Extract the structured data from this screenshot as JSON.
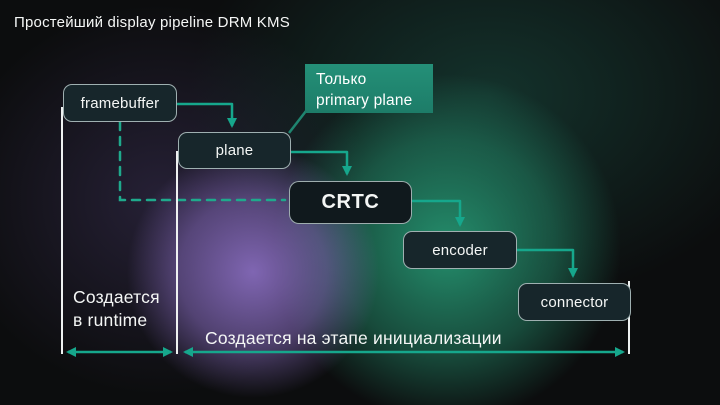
{
  "slide": {
    "title": "Простейший display pipeline DRM KMS"
  },
  "nodes": {
    "framebuffer": {
      "label": "framebuffer"
    },
    "plane": {
      "label": "plane"
    },
    "crtc": {
      "label": "CRTC"
    },
    "encoder": {
      "label": "encoder"
    },
    "connector": {
      "label": "connector"
    }
  },
  "connections": [
    {
      "from": "framebuffer",
      "to": "plane",
      "style": "solid-arrow"
    },
    {
      "from": "plane",
      "to": "crtc",
      "style": "solid-arrow"
    },
    {
      "from": "crtc",
      "to": "encoder",
      "style": "solid-arrow"
    },
    {
      "from": "encoder",
      "to": "connector",
      "style": "solid-arrow"
    },
    {
      "from": "framebuffer",
      "to": "crtc",
      "style": "dashed"
    }
  ],
  "callout": {
    "line1": "Только",
    "line2": "primary plane",
    "points_to": "plane"
  },
  "labels": {
    "runtime_line1": "Создается",
    "runtime_line2": "в runtime",
    "init_label": "Создается на этапе инициализации"
  },
  "colors": {
    "accent_teal": "#16a78c",
    "node_fill": "#17262b",
    "crtc_fill": "#10191d",
    "callout_fill": "#1f8570",
    "measure_line": "#eef1f1",
    "glow_purple": "#8166b8",
    "glow_green": "#279e78",
    "background": "#0c0d0e"
  }
}
